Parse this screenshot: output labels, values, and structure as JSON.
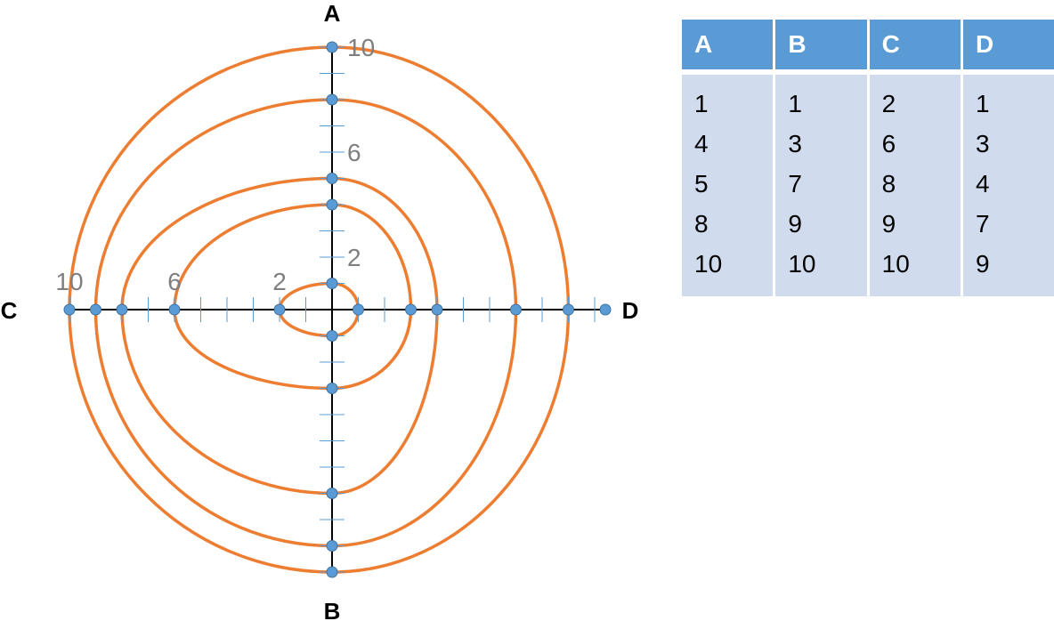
{
  "axes": [
    {
      "name": "A",
      "direction": "up"
    },
    {
      "name": "B",
      "direction": "down"
    },
    {
      "name": "C",
      "direction": "left"
    },
    {
      "name": "D",
      "direction": "right"
    }
  ],
  "scale": {
    "max": 10,
    "tick_labels": [
      {
        "axis": "A",
        "value": 10,
        "label": "10"
      },
      {
        "axis": "A",
        "value": 6,
        "label": "6"
      },
      {
        "axis": "A",
        "value": 2,
        "label": "2"
      },
      {
        "axis": "C",
        "value": 10,
        "label": "10"
      },
      {
        "axis": "C",
        "value": 6,
        "label": "6"
      },
      {
        "axis": "C",
        "value": 2,
        "label": "2"
      }
    ]
  },
  "colors": {
    "curve": "#ed7d31",
    "point": "#5b9bd5",
    "axis": "#000000",
    "tick": "#5b9bd5",
    "tick_label": "#7f7f7f"
  },
  "table": {
    "headers": [
      "A",
      "B",
      "C",
      "D"
    ],
    "rows": [
      [
        "1",
        "1",
        "2",
        "1"
      ],
      [
        "4",
        "3",
        "6",
        "3"
      ],
      [
        "5",
        "7",
        "8",
        "4"
      ],
      [
        "8",
        "9",
        "9",
        "7"
      ],
      [
        "10",
        "10",
        "10",
        "9"
      ]
    ]
  },
  "chart_data": {
    "type": "radar",
    "axes": [
      "A",
      "B",
      "C",
      "D"
    ],
    "range": [
      0,
      10
    ],
    "series": [
      {
        "A": 1,
        "B": 1,
        "C": 2,
        "D": 1
      },
      {
        "A": 4,
        "B": 3,
        "C": 6,
        "D": 3
      },
      {
        "A": 5,
        "B": 7,
        "C": 8,
        "D": 4
      },
      {
        "A": 8,
        "B": 9,
        "C": 9,
        "D": 7
      },
      {
        "A": 10,
        "B": 10,
        "C": 10,
        "D": 9
      }
    ]
  }
}
